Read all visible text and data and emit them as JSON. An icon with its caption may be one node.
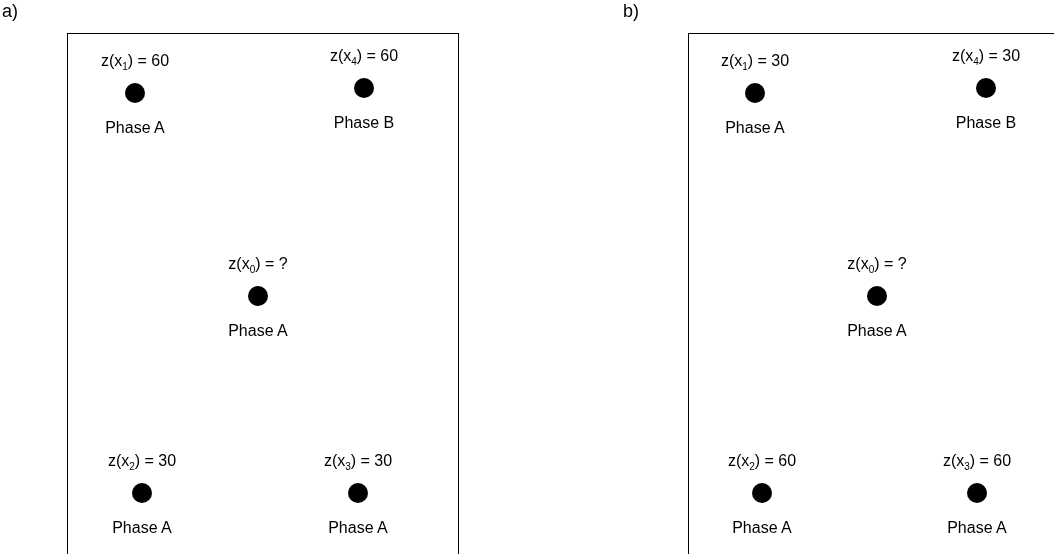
{
  "diagram": {
    "nodes": [
      {
        "text": [
          "a)"
        ]
      },
      {
        "text": [
          "z(x$_{1}$) = 60",
          "Phase A"
        ],
        "in": 0
      },
      {
        "text": [
          "z(x$_{4}$) = 60",
          "Phase B"
        ],
        "in": 0
      },
      {
        "text": [
          "z(x$_{0}$) = ?",
          "Phase A"
        ],
        "in": 0
      },
      {
        "text": [
          "z(x$_{2}$) = 30",
          "Phase A"
        ],
        "in": 0
      },
      {
        "text": [
          "z(x$_{3}$) = 30",
          "Phase A"
        ],
        "in": 0
      },
      {
        "text": [
          "b)"
        ]
      },
      {
        "text": [
          "z(x$_{1}$) = 30",
          "Phase A"
        ],
        "in": 6
      },
      {
        "text": [
          "z(x$_{4}$) = 30",
          "Phase B"
        ],
        "in": 6
      },
      {
        "text": [
          "z(x$_{0}$) = ?",
          "Phase A"
        ],
        "in": 6
      },
      {
        "text": [
          "z(x$_{2}$) = 60",
          "Phase A"
        ],
        "in": 6
      },
      {
        "text": [
          "z(x$_{3}$) = 60",
          "Phase A"
        ],
        "in": 6
      }
    ]
  }
}
